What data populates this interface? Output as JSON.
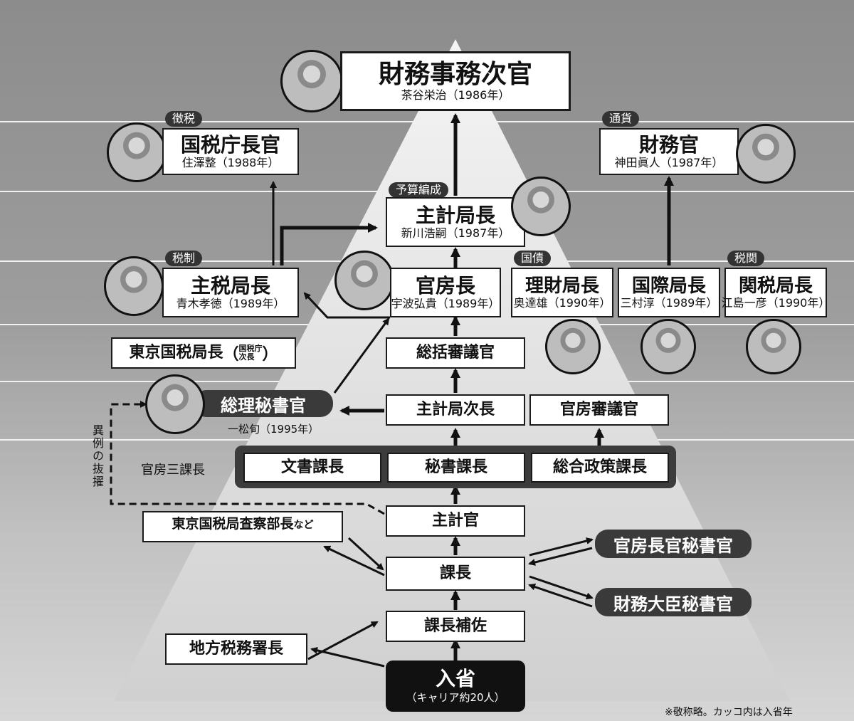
{
  "top": {
    "title": "財務事務次官",
    "name": "茶谷栄治（1986年）"
  },
  "kokuzei": {
    "tag": "徴税",
    "title": "国税庁長官",
    "name": "住澤整（1988年）"
  },
  "zaimukan": {
    "tag": "通貨",
    "title": "財務官",
    "name": "神田眞人（1987年）"
  },
  "shukei": {
    "tag": "予算編成",
    "title": "主計局長",
    "name": "新川浩嗣（1987年）"
  },
  "shuzei": {
    "tag": "税制",
    "title": "主税局長",
    "name": "青木孝徳（1989年）"
  },
  "kanbo": {
    "title": "官房長",
    "name": "宇波弘貴（1989年）"
  },
  "rizai": {
    "tag": "国債",
    "title": "理財局長",
    "name": "奥達雄（1990年）"
  },
  "kokusai": {
    "title": "国際局長",
    "name": "三村淳（1989年）"
  },
  "kanzei": {
    "tag": "税関",
    "title": "関税局長",
    "name": "江島一彦（1990年）"
  },
  "tokyo_kokuzei": {
    "title": "東京国税局長",
    "note_top": "国税庁",
    "note_bottom": "次長"
  },
  "sokatsu": {
    "title": "総括審議官"
  },
  "hisho": {
    "title": "総理秘書官",
    "name": "一松旬（1995年）"
  },
  "shukei_jicho": {
    "title": "主計局次長"
  },
  "kanbo_shingi": {
    "title": "官房審議官"
  },
  "sankacho": {
    "label": "官房三課長",
    "items": [
      "文書課長",
      "秘書課長",
      "総合政策課長"
    ]
  },
  "ireino": {
    "label": "異例の抜擢"
  },
  "shukeikan": {
    "title": "主計官"
  },
  "sasatsu": {
    "title": "東京国税局査察部長",
    "suffix": "など"
  },
  "kacho": {
    "title": "課長"
  },
  "chokan_hisho": {
    "title": "官房長官秘書官"
  },
  "daijin_hisho": {
    "title": "財務大臣秘書官"
  },
  "hosa": {
    "title": "課長補佐"
  },
  "chiho": {
    "title": "地方税務署長"
  },
  "nyusho": {
    "title": "入省",
    "sub": "（キャリア約20人）"
  },
  "footnote": "※敬称略。カッコ内は入省年"
}
